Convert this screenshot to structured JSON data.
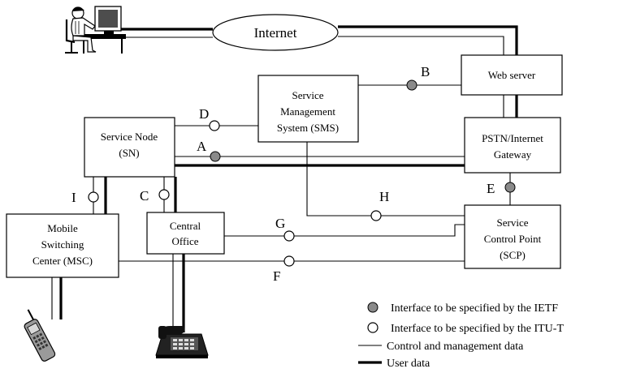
{
  "nodes": {
    "internet": "Internet",
    "web_server": "Web server",
    "sms": [
      "Service",
      "Management",
      "System (SMS)"
    ],
    "service_node": [
      "Service Node",
      "(SN)"
    ],
    "gateway": [
      "PSTN/Internet",
      "Gateway"
    ],
    "msc": [
      "Mobile",
      "Switching",
      "Center (MSC)"
    ],
    "central_office": [
      "Central",
      "Office"
    ],
    "scp": [
      "Service",
      "Control Point",
      "(SCP)"
    ]
  },
  "interfaces": {
    "A": "A",
    "B": "B",
    "C": "C",
    "D": "D",
    "E": "E",
    "F": "F",
    "G": "G",
    "H": "H",
    "I": "I"
  },
  "legend": {
    "ietf": "Interface to be specified by the IETF",
    "itu": "Interface to be specified by the ITU-T",
    "control": "Control and management data",
    "user": "User data"
  }
}
